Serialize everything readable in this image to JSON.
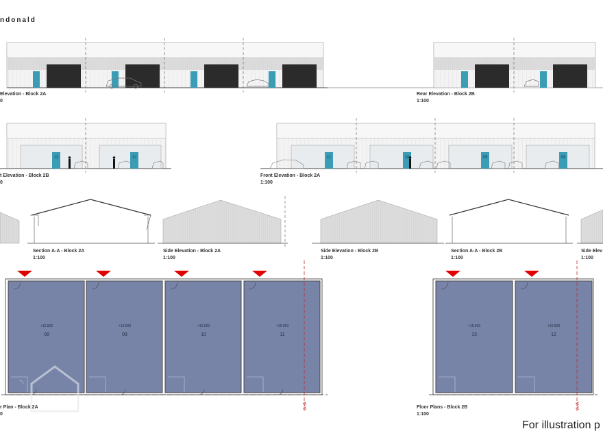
{
  "header": {
    "title": "ndonald"
  },
  "drawings": {
    "rear_2a": {
      "label": "Elevation - Block 2A",
      "scale": "0"
    },
    "rear_2b": {
      "label": "Rear Elevation - Block 2B",
      "scale": "1:100"
    },
    "front_2b": {
      "label": "t Elevation - Block 2B",
      "scale": "0"
    },
    "front_2a": {
      "label": "Front Elevation - Block 2A",
      "scale": "1:100"
    },
    "section_2a": {
      "label": "Section A-A - Block 2A",
      "scale": "1:100"
    },
    "side_2a": {
      "label": "Side Elevation - Block 2A",
      "scale": "1:100"
    },
    "side_2b": {
      "label": "Side Elevation - Block 2B",
      "scale": "1:100"
    },
    "section_2b": {
      "label": "Section A-A - Block 2B",
      "scale": "1:100"
    },
    "side_cut": {
      "label": "Side Elev",
      "scale": "1:100"
    },
    "plan_2a": {
      "label": "r Plan - Block 2A",
      "scale": "0"
    },
    "plan_2b": {
      "label": "Floor Plans - Block 2B",
      "scale": "1:100"
    }
  },
  "units": {
    "front_2b": [
      "13",
      "12"
    ],
    "front_2a": [
      "11",
      "10",
      "09",
      "08"
    ],
    "plan_2a": [
      {
        "number": "08",
        "level": "+15.500"
      },
      {
        "number": "09",
        "level": "+15.500"
      },
      {
        "number": "10",
        "level": "+15.500"
      },
      {
        "number": "11",
        "level": "+15.500"
      }
    ],
    "plan_2b": [
      {
        "number": "13",
        "level": "+15.500"
      },
      {
        "number": "12",
        "level": "+15.500"
      }
    ]
  },
  "section_marks": {
    "a": "A-A",
    "b": "A-A"
  },
  "colors": {
    "unit_fill": "#7784a8",
    "door_teal": "#3b9cb5",
    "shutter": "#2b2b2b",
    "arrow": "#e00000",
    "section_line": "#c0282b"
  },
  "footer": {
    "note": "For illustration p"
  }
}
